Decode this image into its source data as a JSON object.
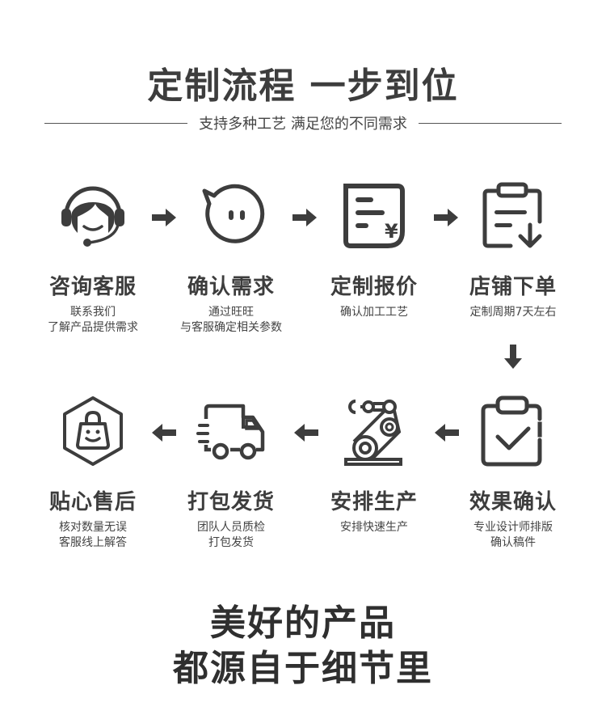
{
  "header": {
    "title": "定制流程 一步到位",
    "subtitle": "支持多种工艺 满足您的不同需求"
  },
  "colors": {
    "icon": "#3d3d3d",
    "text": "#3d3d3d",
    "background": "#ffffff"
  },
  "steps": [
    {
      "name": "咨询客服",
      "desc1": "联系我们",
      "desc2": "了解产品提供需求",
      "icon": "headset-agent-icon"
    },
    {
      "name": "确认需求",
      "desc1": "通过旺旺",
      "desc2": "与客服确定相关参数",
      "icon": "chat-bubble-face-icon"
    },
    {
      "name": "定制报价",
      "desc1": "确认加工工艺",
      "desc2": "",
      "icon": "invoice-yen-icon"
    },
    {
      "name": "店铺下单",
      "desc1": "定制周期7天左右",
      "desc2": "",
      "icon": "clipboard-download-icon"
    },
    {
      "name": "效果确认",
      "desc1": "专业设计师排版",
      "desc2": "确认稿件",
      "icon": "clipboard-check-icon"
    },
    {
      "name": "安排生产",
      "desc1": "安排快速生产",
      "desc2": "",
      "icon": "robot-arm-icon"
    },
    {
      "name": "打包发货",
      "desc1": "团队人员质检",
      "desc2": "打包发货",
      "icon": "delivery-truck-icon"
    },
    {
      "name": "贴心售后",
      "desc1": "核对数量无误",
      "desc2": "客服线上解答",
      "icon": "shopping-bag-smile-icon"
    }
  ],
  "footer": {
    "line1": "美好的产品",
    "line2": "都源自于细节里"
  }
}
